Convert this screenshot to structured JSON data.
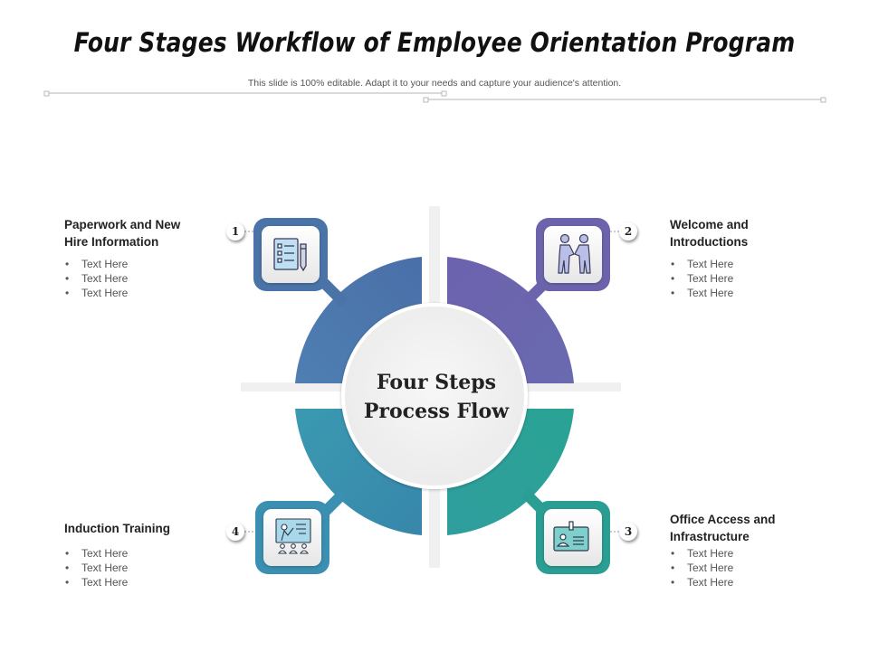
{
  "title": "Four Stages Workflow of Employee Orientation Program",
  "subtitle": "This slide is 100% editable. Adapt it to your needs and capture your audience's attention.",
  "center": {
    "line1": "Four Steps",
    "line2": "Process Flow"
  },
  "stages": [
    {
      "number": "1",
      "title_line1": "Paperwork and New",
      "title_line2": "Hire Information",
      "bullets": [
        "Text Here",
        "Text Here",
        "Text Here"
      ],
      "color": "#4a74a8",
      "icon": "checklist-icon"
    },
    {
      "number": "2",
      "title_line1": "Welcome and",
      "title_line2": "Introductions",
      "bullets": [
        "Text Here",
        "Text Here",
        "Text Here"
      ],
      "color": "#6b64ac",
      "icon": "handshake-icon"
    },
    {
      "number": "3",
      "title_line1": "Office Access and",
      "title_line2": "Infrastructure",
      "bullets": [
        "Text Here",
        "Text Here",
        "Text Here"
      ],
      "color": "#2a9e93",
      "icon": "id-card-icon"
    },
    {
      "number": "4",
      "title_line1": "Induction Training",
      "title_line2": "",
      "bullets": [
        "Text Here",
        "Text Here",
        "Text Here"
      ],
      "color": "#3b8fb0",
      "icon": "presentation-board-icon"
    }
  ]
}
